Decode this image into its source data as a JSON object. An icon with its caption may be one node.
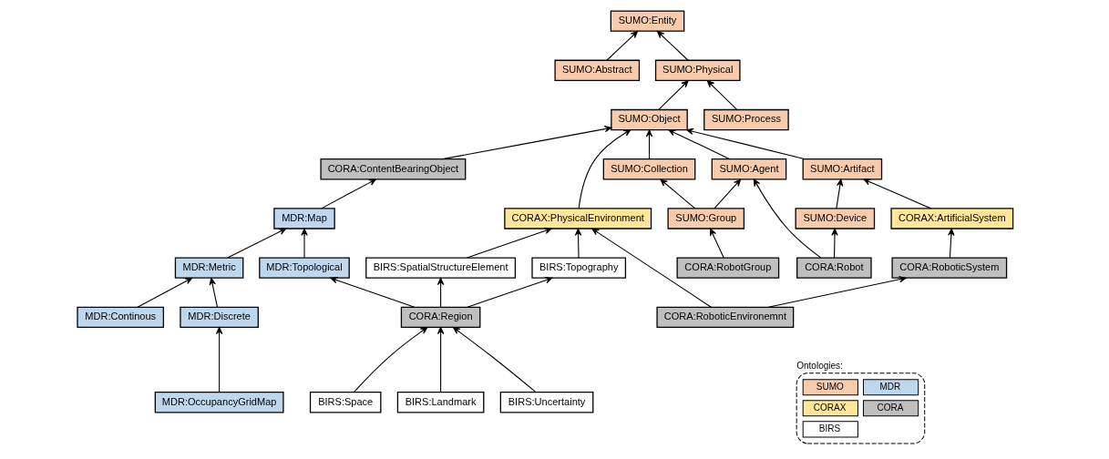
{
  "diagram": {
    "nodes": [
      {
        "text": [
          "SUMO:Entity"
        ]
      },
      {
        "text": [
          "SUMO:Abstract"
        ]
      },
      {
        "text": [
          "SUMO:Physical"
        ]
      },
      {
        "text": [
          "SUMO:Object"
        ]
      },
      {
        "text": [
          "SUMO:Process"
        ]
      },
      {
        "text": [
          "CORA:ContentBearingObject"
        ]
      },
      {
        "text": [
          "CORAX:PhysicalEnvironment"
        ]
      },
      {
        "text": [
          "MDR:Map"
        ]
      },
      {
        "text": [
          "BIRS:SpatialStructureElement"
        ]
      },
      {
        "text": [
          "BIRS:Topography"
        ]
      },
      {
        "text": [
          "SUMO:Collection"
        ]
      },
      {
        "text": [
          "SUMO:Agent"
        ]
      },
      {
        "text": [
          "SUMO:Artifact"
        ]
      },
      {
        "text": [
          "MDR:Metric"
        ]
      },
      {
        "text": [
          "MDR:Topological"
        ]
      },
      {
        "text": [
          "CORA:Region"
        ]
      },
      {
        "text": [
          "SUMO:Group"
        ]
      },
      {
        "text": [
          "SUMO:Device"
        ]
      },
      {
        "text": [
          "CORAX:ArtificialSystem"
        ]
      },
      {
        "text": [
          "MDR:Continous"
        ]
      },
      {
        "text": [
          "MDR:Discrete"
        ]
      },
      {
        "text": [
          "BIRS:Space"
        ]
      },
      {
        "text": [
          "BIRS:Landmark"
        ]
      },
      {
        "text": [
          "CORA:RobotGroup"
        ]
      },
      {
        "text": [
          "CORA:Robot"
        ]
      },
      {
        "text": [
          "CORA:RoboticSystem"
        ]
      },
      {
        "text": [
          "BIRS:Uncertainty"
        ]
      },
      {
        "text": [
          "MDR:OccupancyGridMap"
        ]
      },
      {
        "text": [
          "CORA:RoboticEnvironemnt"
        ]
      }
    ],
    "edges": [
      {
        "from": 1,
        "to": 0,
        "arrow": "to"
      },
      {
        "from": 2,
        "to": 0,
        "arrow": "to"
      },
      {
        "from": 3,
        "to": 2,
        "arrow": "to"
      },
      {
        "from": 4,
        "to": 2,
        "arrow": "to"
      },
      {
        "from": 5,
        "to": 3,
        "arrow": "to"
      },
      {
        "from": 6,
        "to": 3,
        "arrow": "to"
      },
      {
        "from": 7,
        "to": 5,
        "arrow": "to"
      },
      {
        "from": 8,
        "to": 6,
        "arrow": "to"
      },
      {
        "from": 9,
        "to": 6,
        "arrow": "to"
      },
      {
        "from": 10,
        "to": 3,
        "arrow": "to"
      },
      {
        "from": 11,
        "to": 3,
        "arrow": "to"
      },
      {
        "from": 12,
        "to": 3,
        "arrow": "to"
      },
      {
        "from": 13,
        "to": 7,
        "arrow": "to"
      },
      {
        "from": 14,
        "to": 7,
        "arrow": "to"
      },
      {
        "from": 15,
        "to": 8,
        "arrow": "to"
      },
      {
        "from": 15,
        "to": 9,
        "arrow": "to"
      },
      {
        "from": 15,
        "to": 14,
        "arrow": "to"
      },
      {
        "from": 16,
        "to": 10,
        "arrow": "to"
      },
      {
        "from": 16,
        "to": 11,
        "arrow": "to"
      },
      {
        "from": 24,
        "to": 11,
        "arrow": "to"
      },
      {
        "from": 17,
        "to": 12,
        "arrow": "to"
      },
      {
        "from": 18,
        "to": 12,
        "arrow": "to"
      },
      {
        "from": 24,
        "to": 17,
        "arrow": "to"
      },
      {
        "from": 19,
        "to": 13,
        "arrow": "to"
      },
      {
        "from": 20,
        "to": 13,
        "arrow": "to"
      },
      {
        "from": 27,
        "to": 20,
        "arrow": "to"
      },
      {
        "from": 21,
        "to": 15,
        "arrow": "to"
      },
      {
        "from": 22,
        "to": 15,
        "arrow": "to"
      },
      {
        "from": 26,
        "to": 15,
        "arrow": "to"
      },
      {
        "from": 23,
        "to": 16,
        "arrow": "to"
      },
      {
        "from": 25,
        "to": 18,
        "arrow": "to"
      },
      {
        "from": 28,
        "to": 6,
        "arrow": "to"
      },
      {
        "from": 28,
        "to": 25,
        "arrow": "to"
      }
    ],
    "labels": [
      "Ontologies:"
    ],
    "legend": [
      {
        "text": "SUMO",
        "color": "#f8cbad"
      },
      {
        "text": "MDR",
        "color": "#bdd7ee"
      },
      {
        "text": "CORAX",
        "color": "#ffe699"
      },
      {
        "text": "CORA",
        "color": "#bfbfbf"
      },
      {
        "text": "BIRS",
        "color": "#ffffff"
      }
    ]
  }
}
